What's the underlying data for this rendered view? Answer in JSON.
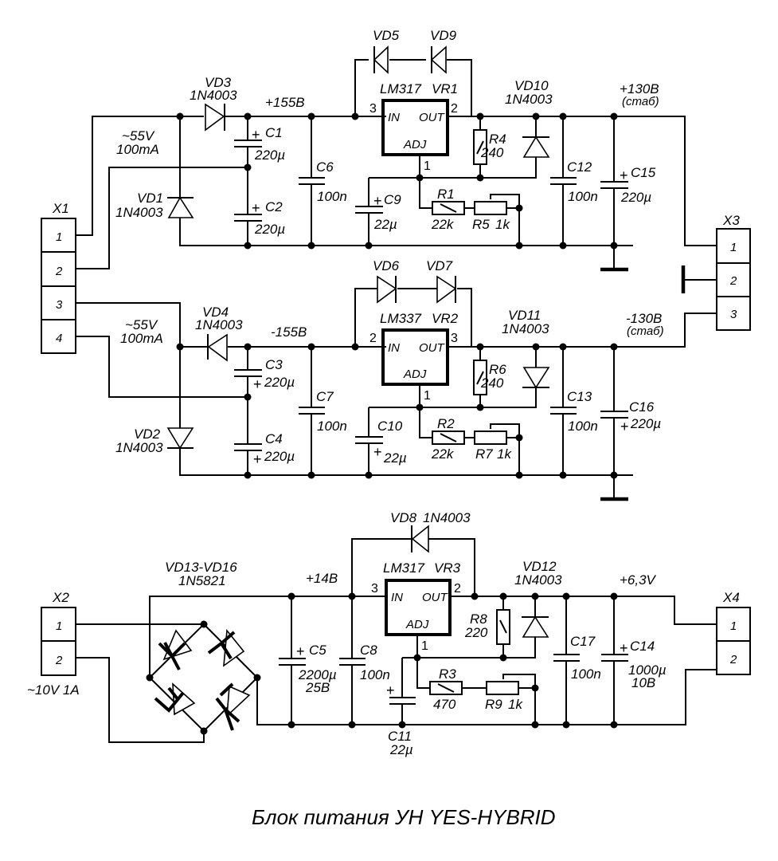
{
  "title": "Блок питания УН YES-HYBRID",
  "connectors": {
    "X1": {
      "name": "X1",
      "pins": [
        "1",
        "2",
        "3",
        "4"
      ]
    },
    "X2": {
      "name": "X2",
      "pins": [
        "1",
        "2"
      ],
      "note": "~10V 1A"
    },
    "X3": {
      "name": "X3",
      "pins": [
        "1",
        "2",
        "3"
      ]
    },
    "X4": {
      "name": "X4",
      "pins": [
        "1",
        "2"
      ]
    }
  },
  "inputs": {
    "upper": {
      "voltage": "~55V",
      "current": "100mA"
    },
    "lower": {
      "voltage": "~55V",
      "current": "100mA"
    }
  },
  "rails": {
    "pos_raw": "+155B",
    "neg_raw": "-155B",
    "pos_out": "+130B",
    "pos_out_note": "(стаб)",
    "neg_out": "-130B",
    "neg_out_note": "(стаб)",
    "low_raw": "+14B",
    "low_out": "+6,3V"
  },
  "regulators": {
    "VR1": {
      "ref": "VR1",
      "part": "LM317",
      "pin_in": "3",
      "pin_out": "2",
      "pin_adj": "1",
      "lbl_in": "IN",
      "lbl_out": "OUT",
      "lbl_adj": "ADJ"
    },
    "VR2": {
      "ref": "VR2",
      "part": "LM337",
      "pin_in": "2",
      "pin_out": "3",
      "pin_adj": "1",
      "lbl_in": "IN",
      "lbl_out": "OUT",
      "lbl_adj": "ADJ"
    },
    "VR3": {
      "ref": "VR3",
      "part": "LM317",
      "pin_in": "3",
      "pin_out": "2",
      "pin_adj": "1",
      "lbl_in": "IN",
      "lbl_out": "OUT",
      "lbl_adj": "ADJ"
    }
  },
  "diodes": {
    "VD1": {
      "ref": "VD1",
      "part": "1N4003"
    },
    "VD2": {
      "ref": "VD2",
      "part": "1N4003"
    },
    "VD3": {
      "ref": "VD3",
      "part": "1N4003"
    },
    "VD4": {
      "ref": "VD4",
      "part": "1N4003"
    },
    "VD5": {
      "ref": "VD5"
    },
    "VD6": {
      "ref": "VD6"
    },
    "VD7": {
      "ref": "VD7"
    },
    "VD8": {
      "ref": "VD8",
      "part": "1N4003"
    },
    "VD9": {
      "ref": "VD9"
    },
    "VD10": {
      "ref": "VD10",
      "part": "1N4003"
    },
    "VD11": {
      "ref": "VD11",
      "part": "1N4003"
    },
    "VD12": {
      "ref": "VD12",
      "part": "1N4003"
    },
    "bridge": {
      "ref": "VD13-VD16",
      "part": "1N5821"
    }
  },
  "capacitors": {
    "C1": {
      "ref": "C1",
      "value": "220µ"
    },
    "C2": {
      "ref": "C2",
      "value": "220µ"
    },
    "C3": {
      "ref": "C3",
      "value": "220µ"
    },
    "C4": {
      "ref": "C4",
      "value": "220µ"
    },
    "C5": {
      "ref": "C5",
      "value": "2200µ",
      "voltage": "25B"
    },
    "C6": {
      "ref": "C6",
      "value": "100n"
    },
    "C7": {
      "ref": "C7",
      "value": "100n"
    },
    "C8": {
      "ref": "C8",
      "value": "100n"
    },
    "C9": {
      "ref": "C9",
      "value": "22µ"
    },
    "C10": {
      "ref": "C10",
      "value": "22µ"
    },
    "C11": {
      "ref": "C11",
      "value": "22µ"
    },
    "C12": {
      "ref": "C12",
      "value": "100n"
    },
    "C13": {
      "ref": "C13",
      "value": "100n"
    },
    "C14": {
      "ref": "C14",
      "value": "1000µ",
      "voltage": "10B"
    },
    "C15": {
      "ref": "C15",
      "value": "220µ"
    },
    "C16": {
      "ref": "C16",
      "value": "220µ"
    },
    "C17": {
      "ref": "C17",
      "value": "100n"
    }
  },
  "resistors": {
    "R1": {
      "ref": "R1",
      "value": "22k"
    },
    "R2": {
      "ref": "R2",
      "value": "22k"
    },
    "R3": {
      "ref": "R3",
      "value": "470"
    },
    "R4": {
      "ref": "R4",
      "value": "240"
    },
    "R5": {
      "ref": "R5",
      "value": "1k"
    },
    "R6": {
      "ref": "R6",
      "value": "240"
    },
    "R7": {
      "ref": "R7",
      "value": "1k"
    },
    "R8": {
      "ref": "R8",
      "value": "220"
    },
    "R9": {
      "ref": "R9",
      "value": "1k"
    }
  },
  "symbols": {
    "plus": "+"
  }
}
